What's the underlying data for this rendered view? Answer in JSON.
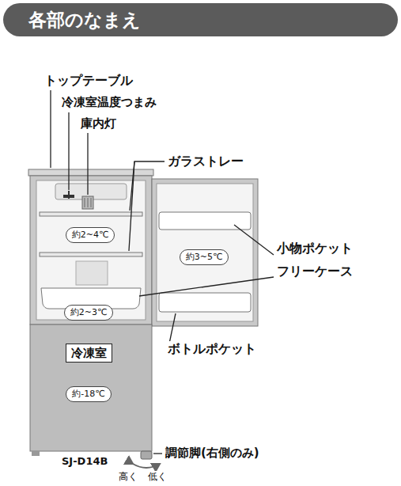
{
  "diagram": {
    "title": "各部のなまえ",
    "nodes": [
      {
        "text": [
          "約2~4℃"
        ]
      },
      {
        "text": [
          "約3~5℃"
        ]
      },
      {
        "text": [
          "約2~3℃"
        ]
      },
      {
        "text": [
          "冷凍室"
        ]
      },
      {
        "text": [
          "約-18℃"
        ]
      }
    ],
    "labels": [
      "トップテーブル",
      "冷凍室温度つまみ",
      "庫内灯",
      "ガラストレー",
      "小物ポケット",
      "フリーケース",
      "ボトルポケット",
      "調節脚(右側のみ)",
      "SJ-D14B",
      "高く",
      "低く"
    ]
  }
}
